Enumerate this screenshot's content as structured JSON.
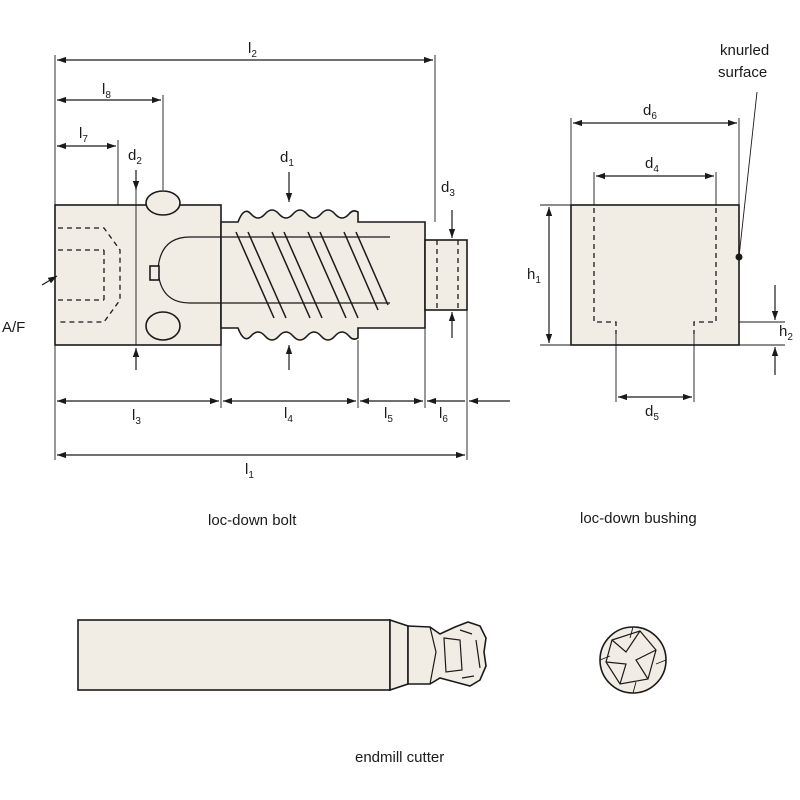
{
  "labels": {
    "l2": {
      "main": "l",
      "sub": "2"
    },
    "l8": {
      "main": "l",
      "sub": "8"
    },
    "l7": {
      "main": "l",
      "sub": "7"
    },
    "d2": {
      "main": "d",
      "sub": "2"
    },
    "d1": {
      "main": "d",
      "sub": "1"
    },
    "d3": {
      "main": "d",
      "sub": "3"
    },
    "af": "A/F",
    "l3": {
      "main": "l",
      "sub": "3"
    },
    "l4": {
      "main": "l",
      "sub": "4"
    },
    "l5": {
      "main": "l",
      "sub": "5"
    },
    "l6": {
      "main": "l",
      "sub": "6"
    },
    "l1": {
      "main": "l",
      "sub": "1"
    },
    "d6": {
      "main": "d",
      "sub": "6"
    },
    "d4": {
      "main": "d",
      "sub": "4"
    },
    "d5": {
      "main": "d",
      "sub": "5"
    },
    "h1": {
      "main": "h",
      "sub": "1"
    },
    "h2": {
      "main": "h",
      "sub": "2"
    },
    "knurled_line1": "knurled",
    "knurled_line2": "surface"
  },
  "captions": {
    "bolt": "loc-down bolt",
    "bushing": "loc-down bushing",
    "cutter": "endmill cutter"
  }
}
